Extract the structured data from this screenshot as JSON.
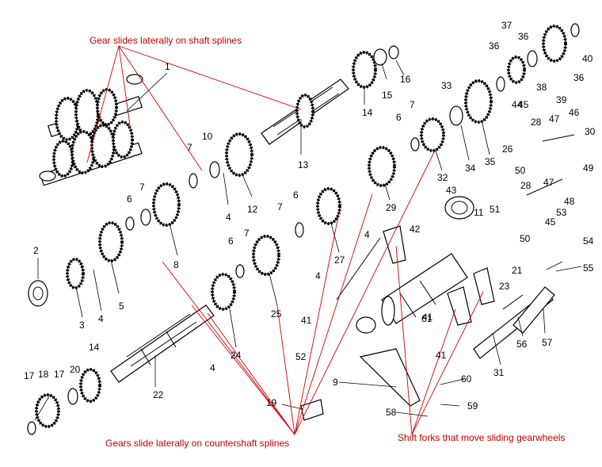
{
  "captions": {
    "top": "Gear slides laterally on shaft splines",
    "bottom_left": "Gears slide laterally on countershaft splines",
    "bottom_right": "Shift forks that move sliding gearwheels"
  },
  "caption_color": "#c00000",
  "leader_color": "#d40000",
  "part_numbers": [
    "1",
    "2",
    "3",
    "4",
    "4",
    "4",
    "4",
    "4",
    "5",
    "6",
    "6",
    "6",
    "6",
    "7",
    "7",
    "7",
    "7",
    "7",
    "8",
    "9",
    "10",
    "11",
    "12",
    "13",
    "14",
    "14",
    "15",
    "16",
    "17",
    "17",
    "18",
    "19",
    "20",
    "21",
    "22",
    "23",
    "24",
    "25",
    "26",
    "27",
    "28",
    "28",
    "29",
    "30",
    "31",
    "32",
    "33",
    "34",
    "35",
    "36",
    "36",
    "36",
    "37",
    "38",
    "39",
    "40",
    "41",
    "41",
    "41",
    "42",
    "43",
    "44",
    "45",
    "45",
    "46",
    "47",
    "47",
    "48",
    "49",
    "50",
    "50",
    "51",
    "52",
    "53",
    "54",
    "55",
    "56",
    "57",
    "58",
    "59",
    "60",
    "61"
  ]
}
